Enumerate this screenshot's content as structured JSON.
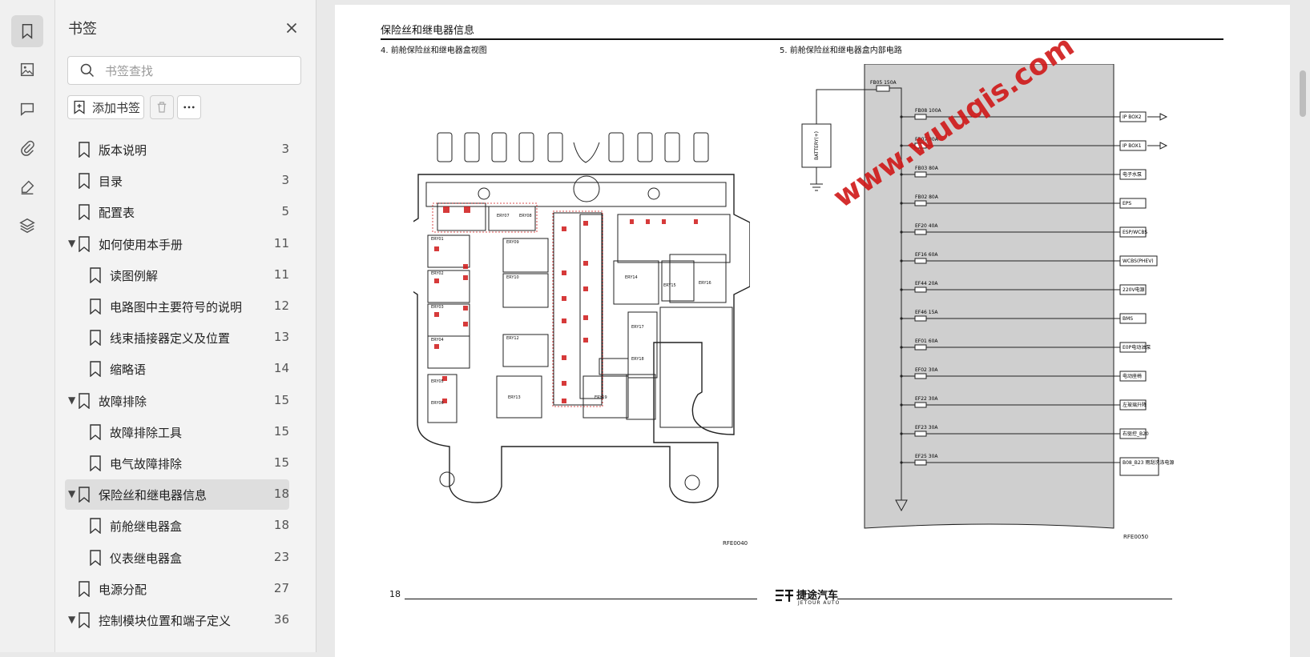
{
  "panel": {
    "title": "书签",
    "search_placeholder": "书签查找",
    "add_label": "添加书签"
  },
  "bookmarks": [
    {
      "label": "版本说明",
      "page": "3",
      "level": 0,
      "caret": false
    },
    {
      "label": "目录",
      "page": "3",
      "level": 0,
      "caret": false
    },
    {
      "label": "配置表",
      "page": "5",
      "level": 0,
      "caret": false
    },
    {
      "label": "如何使用本手册",
      "page": "11",
      "level": 0,
      "caret": true
    },
    {
      "label": "读图例解",
      "page": "11",
      "level": 1,
      "caret": false
    },
    {
      "label": "电路图中主要符号的说明",
      "page": "12",
      "level": 1,
      "caret": false
    },
    {
      "label": "线束插接器定义及位置",
      "page": "13",
      "level": 1,
      "caret": false
    },
    {
      "label": "缩略语",
      "page": "14",
      "level": 1,
      "caret": false
    },
    {
      "label": "故障排除",
      "page": "15",
      "level": 0,
      "caret": true
    },
    {
      "label": "故障排除工具",
      "page": "15",
      "level": 1,
      "caret": false
    },
    {
      "label": "电气故障排除",
      "page": "15",
      "level": 1,
      "caret": false
    },
    {
      "label": "保险丝和继电器信息",
      "page": "18",
      "level": 0,
      "caret": true,
      "selected": true
    },
    {
      "label": "前舱继电器盒",
      "page": "18",
      "level": 1,
      "caret": false
    },
    {
      "label": "仪表继电器盒",
      "page": "23",
      "level": 1,
      "caret": false
    },
    {
      "label": "电源分配",
      "page": "27",
      "level": 0,
      "caret": false
    },
    {
      "label": "控制模块位置和端子定义",
      "page": "36",
      "level": 0,
      "caret": true
    }
  ],
  "document": {
    "section_title": "保险丝和继电器信息",
    "left_heading": "4.  前舱保险丝和继电器盒视图",
    "right_heading": "5.  前舱保险丝和继电器盒内部电路",
    "page_number": "18",
    "ref_left": "RFE0040",
    "ref_right": "RFE0050",
    "brand_cn": "捷途汽车",
    "brand_en": "JETOUR AUTO",
    "watermark": "www.wuuqis.com",
    "battery_label": "BATTERY(+)",
    "main_fuse": "FB05 150A",
    "relays": [
      "ERY01",
      "ERY02",
      "ERY03",
      "ERY04",
      "ERY05",
      "ERY06",
      "ERY07",
      "ERY08",
      "ERY09",
      "ERY10",
      "ERY12",
      "ERY13",
      "ERY14",
      "ERY15",
      "ERY16",
      "ERY17",
      "ERY18",
      "ERY19"
    ],
    "circuits": [
      {
        "fuse": "FB08 100A",
        "load": "IP BOX2"
      },
      {
        "fuse": "FB07 80A",
        "load": "IP BOX1"
      },
      {
        "fuse": "FB03 80A",
        "load": "电子水泵"
      },
      {
        "fuse": "FB02 80A",
        "load": "EPS"
      },
      {
        "fuse": "EF20 40A",
        "load": "ESP/WCBS"
      },
      {
        "fuse": "EF16 60A",
        "load": "WCBS(PHEV)"
      },
      {
        "fuse": "EF44 20A",
        "load": "220V电源"
      },
      {
        "fuse": "EF46 15A",
        "load": "BMS"
      },
      {
        "fuse": "EF01 60A",
        "load": "E0P电动油泵"
      },
      {
        "fuse": "EF02 30A",
        "load": "电动座椅"
      },
      {
        "fuse": "EF22 30A",
        "load": "左玻璃升降"
      },
      {
        "fuse": "EF23 30A",
        "load": "右驱控_B20"
      },
      {
        "fuse": "EF25 30A",
        "load": "B08_B23 雨刮洗涤电源"
      }
    ]
  },
  "colors": {
    "accent_red": "#d01818",
    "selected_row": "#dedede"
  }
}
